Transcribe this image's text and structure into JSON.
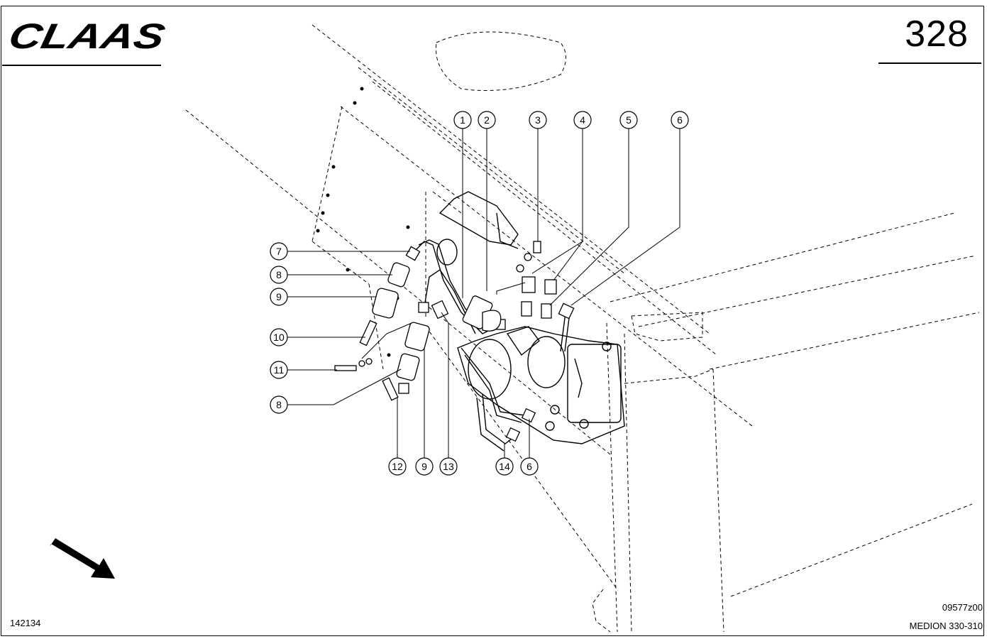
{
  "header": {
    "brand": "CLAAS",
    "page_number": "328"
  },
  "footer": {
    "catalog_number": "142134",
    "drawing_code": "09577z00",
    "model": "MEDION 330-310"
  },
  "callouts": {
    "c1": "1",
    "c2": "2",
    "c3": "3",
    "c4": "4",
    "c5": "5",
    "c6": "6",
    "c7": "7",
    "c8a": "8",
    "c9a": "9",
    "c10": "10",
    "c11": "11",
    "c8b": "8",
    "c12": "12",
    "c9b": "9",
    "c13": "13",
    "c14": "14",
    "c6b": "6"
  }
}
